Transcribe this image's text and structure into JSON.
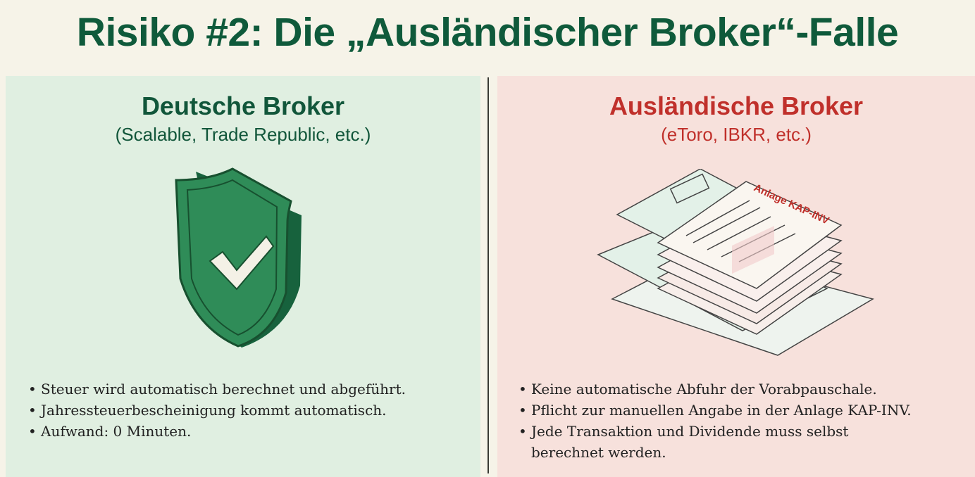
{
  "title": "Risiko #2: Die „Ausländischer Broker“-Falle",
  "left": {
    "heading": "Deutsche Broker",
    "subheading": "(Scalable, Trade Republic, etc.)",
    "icon": "shield-check-icon",
    "bullets": [
      "Steuer wird automatisch berechnet und abgeführt.",
      "Jahressteuerbescheinigung kommt automatisch.",
      "Aufwand: 0 Minuten."
    ]
  },
  "right": {
    "heading": "Ausländische Broker",
    "subheading": "(eToro, IBKR, etc.)",
    "icon": "paper-stack-icon",
    "form_label": "Anlage KAP-INV",
    "bullets": [
      "Keine automatische Abfuhr der Vorabpauschale.",
      "Pflicht zur manuellen Angabe in der Anlage KAP-INV.",
      "Jede Transaktion und Dividende muss selbst berechnet werden."
    ]
  },
  "colors": {
    "green": "#0f5a3b",
    "red": "#c0302b",
    "left_bg": "#e0efe1",
    "right_bg": "#f7e1dc"
  }
}
